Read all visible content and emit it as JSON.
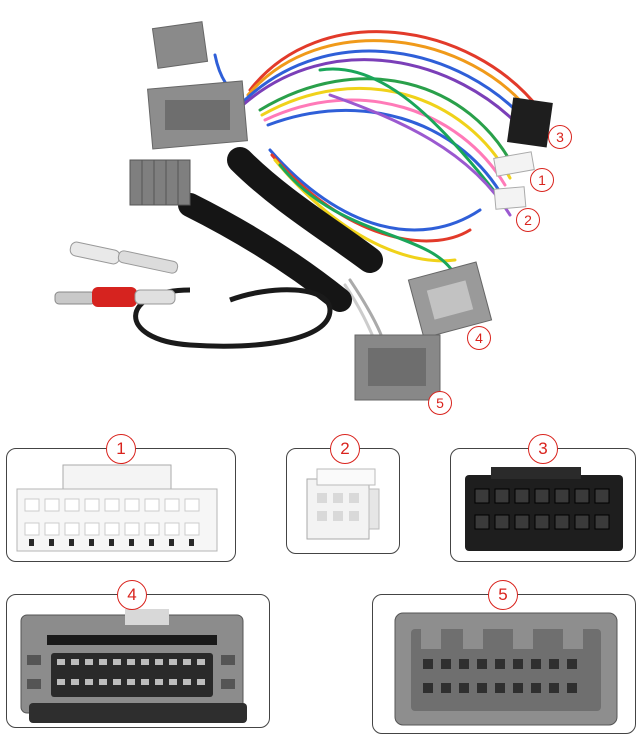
{
  "callouts": {
    "c1": "1",
    "c2": "2",
    "c3": "3",
    "c4": "4",
    "c5": "5"
  },
  "connectors": [
    {
      "number": "1"
    },
    {
      "number": "2"
    },
    {
      "number": "3"
    },
    {
      "number": "4"
    },
    {
      "number": "5"
    }
  ],
  "colors": {
    "callout_red": "#d9231d",
    "connector_gray": "#8a8a8a",
    "connector_white": "#f2f2f2",
    "connector_black": "#1e1e1e"
  }
}
